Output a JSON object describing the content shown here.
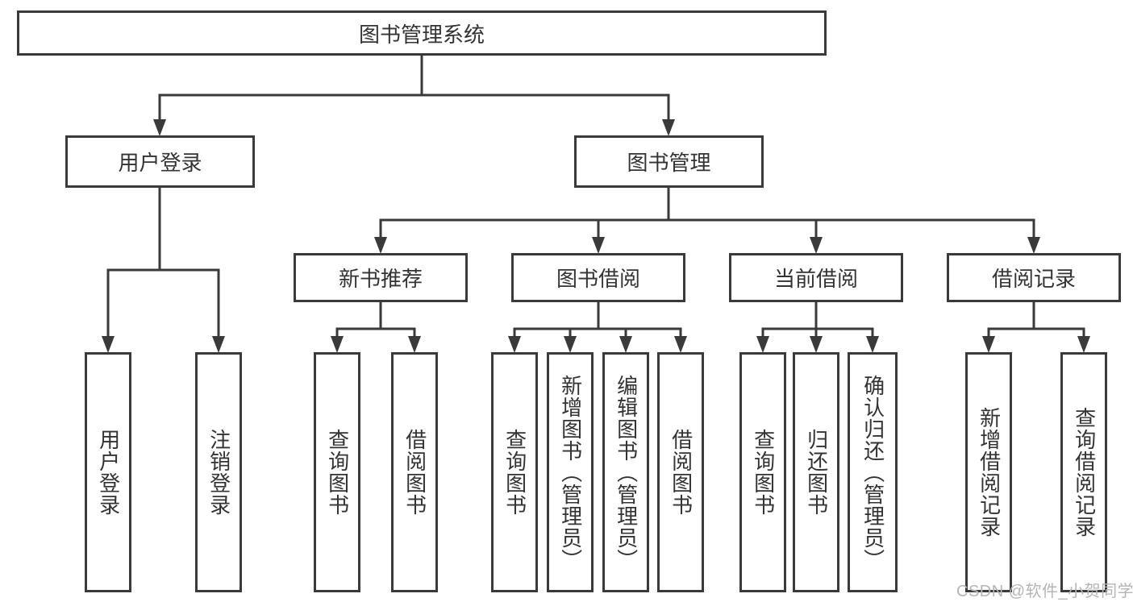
{
  "page": {
    "background": "#ffffff"
  },
  "colors": {
    "line": "#3a3a3a",
    "box_border": "#3a3a3a",
    "text": "#333333",
    "watermark_text": "#b5b5b5"
  },
  "watermark": {
    "text": "CSDN @软件_小贺同学"
  },
  "tree": {
    "root": {
      "label": "图书管理系统"
    },
    "children": [
      {
        "label": "用户登录",
        "children": [
          {
            "label": "用户登录"
          },
          {
            "label": "注销登录"
          }
        ]
      },
      {
        "label": "图书管理",
        "children": [
          {
            "label": "新书推荐",
            "children": [
              {
                "label": "查询图书"
              },
              {
                "label": "借阅图书"
              }
            ]
          },
          {
            "label": "图书借阅",
            "children": [
              {
                "label": "查询图书"
              },
              {
                "label": "新增图书（管理员）"
              },
              {
                "label": "编辑图书（管理员）"
              },
              {
                "label": "借阅图书"
              }
            ]
          },
          {
            "label": "当前借阅",
            "children": [
              {
                "label": "查询图书"
              },
              {
                "label": "归还图书"
              },
              {
                "label": "确认归还（管理员）"
              }
            ]
          },
          {
            "label": "借阅记录",
            "children": [
              {
                "label": "新增借阅记录"
              },
              {
                "label": "查询借阅记录"
              }
            ]
          }
        ]
      }
    ]
  }
}
